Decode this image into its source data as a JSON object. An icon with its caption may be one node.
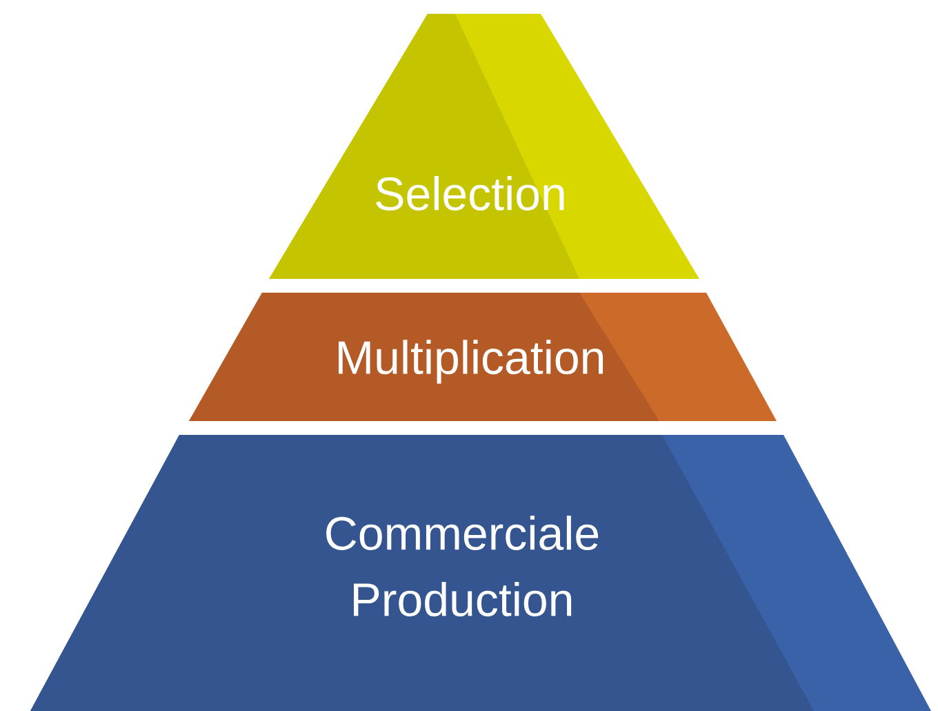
{
  "diagram": {
    "nodes": [
      {
        "text": [
          "Selection"
        ]
      },
      {
        "text": [
          "Multiplication"
        ]
      },
      {
        "text": [
          "Commerciale Production"
        ]
      }
    ]
  }
}
